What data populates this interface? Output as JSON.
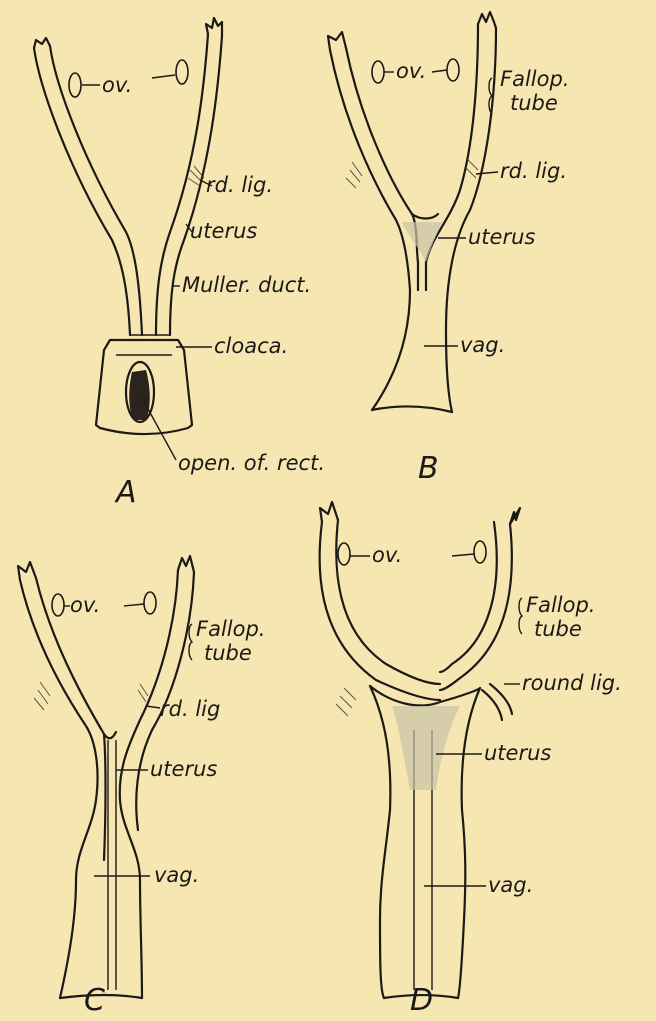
{
  "colors": {
    "background": "#f6e6b2",
    "ink": "#1c1a16"
  },
  "panels": {
    "A": {
      "letter": "A",
      "ovary": "ov.",
      "round_ligament": "rd. lig.",
      "uterus": "uterus",
      "mullerian_duct": "Muller. duct.",
      "cloaca": "cloaca.",
      "rectal_opening": "open. of. rect."
    },
    "B": {
      "letter": "B",
      "ovary": "ov.",
      "fallopian_tube_line1": "Fallop.",
      "fallopian_tube_line2": "tube",
      "round_ligament": "rd. lig.",
      "uterus": "uterus",
      "vagina": "vag."
    },
    "C": {
      "letter": "C",
      "ovary": "ov.",
      "fallopian_tube_line1": "Fallop.",
      "fallopian_tube_line2": "tube",
      "round_ligament": "rd. lig",
      "uterus": "uterus",
      "vagina": "vag."
    },
    "D": {
      "letter": "D",
      "ovary": "ov.",
      "fallopian_tube_line1": "Fallop.",
      "fallopian_tube_line2": "tube",
      "round_ligament": "round lig.",
      "uterus": "uterus",
      "vagina": "vag."
    }
  }
}
